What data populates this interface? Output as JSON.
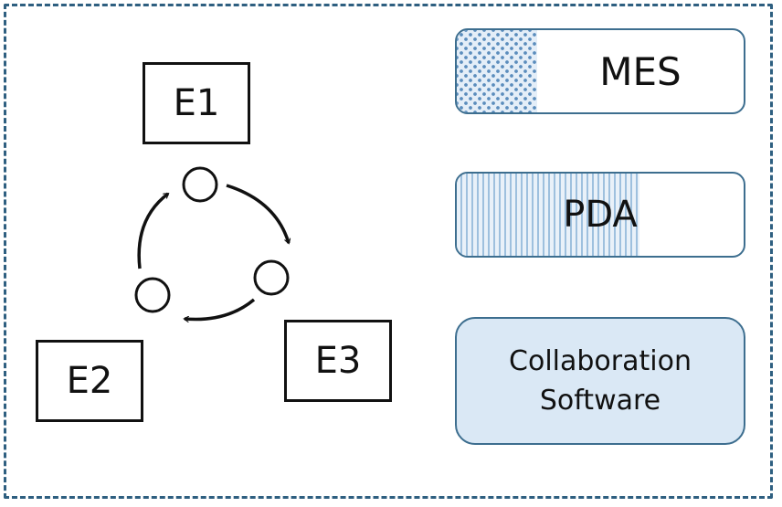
{
  "entities": {
    "e1": "E1",
    "e2": "E2",
    "e3": "E3"
  },
  "systems": {
    "mes": "MES",
    "pda": "PDA",
    "collaboration_line1": "Collaboration",
    "collaboration_line2": "Software"
  },
  "colors": {
    "frame": "#2e5f80",
    "system_border": "#3d6e8f",
    "collaboration_fill": "#dae8f5",
    "pattern_blue": "#5b8dbd"
  }
}
